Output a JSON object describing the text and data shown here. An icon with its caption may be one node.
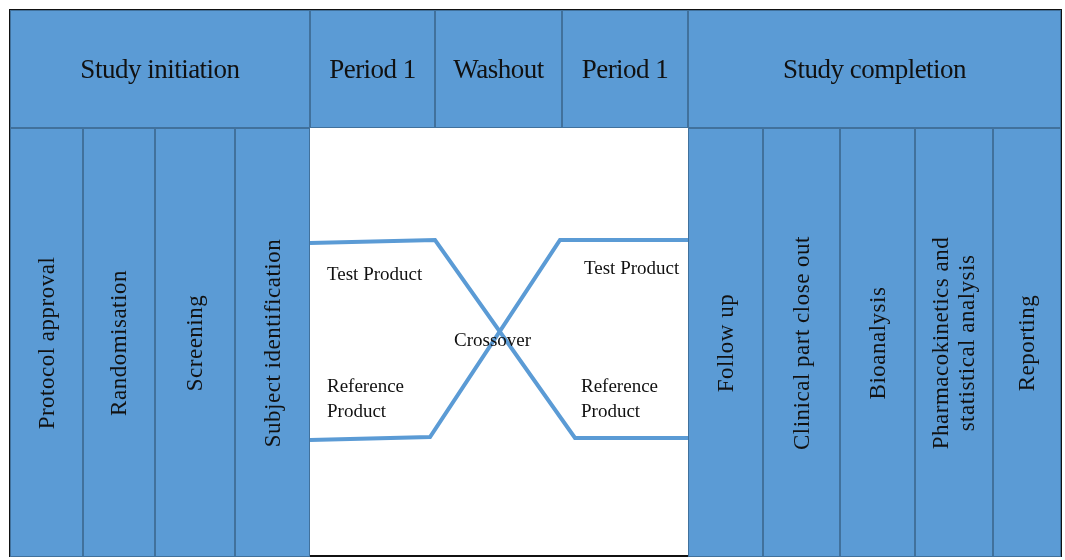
{
  "diagram": {
    "nodes": [
      {
        "text": [
          "Study initiation"
        ]
      },
      {
        "text": [
          "Period 1"
        ]
      },
      {
        "text": [
          "Washout"
        ]
      },
      {
        "text": [
          "Period 1"
        ]
      },
      {
        "text": [
          "Study completion"
        ]
      },
      {
        "text": [
          "Protocol approval"
        ]
      },
      {
        "text": [
          "Randomisation"
        ]
      },
      {
        "text": [
          "Screening"
        ]
      },
      {
        "text": [
          "Subject identification"
        ]
      },
      {
        "text": [
          "Follow up"
        ]
      },
      {
        "text": [
          "Clinical part close out"
        ]
      },
      {
        "text": [
          "Bioanalysis"
        ]
      },
      {
        "text": [
          "Pharmacokinetics and statistical analysis"
        ]
      },
      {
        "text": [
          "Reporting"
        ]
      }
    ],
    "edges": [
      {
        "from": 8,
        "to": 9,
        "arrow": "none"
      },
      {
        "from": 8,
        "to": 9,
        "arrow": "none"
      }
    ],
    "labels": [
      "Test Product",
      "Test Product",
      "Crossover",
      "Reference Product",
      "Reference Product"
    ]
  }
}
